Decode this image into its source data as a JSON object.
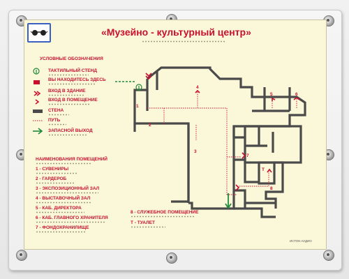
{
  "title": "«Музейно - культурный центр»",
  "legend": {
    "heading": "УСЛОВНЫЕ ОБОЗНАЧЕНИЯ",
    "items": [
      {
        "label": "ТАКТИЛЬНЫЙ СТЕНД",
        "icon": "info-circle-icon"
      },
      {
        "label": "ВЫ НАХОДИТЕСЬ ЗДЕСЬ",
        "icon": "you-are-here-icon"
      },
      {
        "label": "ВХОД В ЗДАНИЕ",
        "icon": "double-arrow-icon"
      },
      {
        "label": "ВХОД В ПОМЕЩЕНИЕ",
        "icon": "single-arrow-icon"
      },
      {
        "label": "СТЕНА",
        "icon": "wall-icon"
      },
      {
        "label": "ПУТЬ",
        "icon": "path-icon"
      },
      {
        "label": "ЗАПАСНОЙ ВЫХОД",
        "icon": "emergency-exit-arrow-icon"
      }
    ]
  },
  "rooms_list": {
    "heading": "НАИМЕНОВАНИЯ ПОМЕЩЕНИЙ",
    "items": [
      "1 - СУВЕНИРЫ",
      "2 - ГАРДЕРОБ",
      "3 - ЭКСПОЗИЦИОННЫЙ ЗАЛ",
      "4 - ВЫСТАВОЧНЫЙ ЗАЛ",
      "5 - КАБ. ДИРЕКТОРА",
      "6 - КАБ. ГЛАВНОГО ХРАНИТЕЛЯ",
      "7 - ФОНДОХРАНИЛИЩЕ"
    ],
    "items_right": [
      "8 - СЛУЖЕБНОЕ ПОМЕЩЕНИЕ",
      "Т - ТУАЛЕТ"
    ]
  },
  "plan_labels": [
    "1",
    "2",
    "3",
    "4",
    "5",
    "6",
    "7",
    "8",
    "Т"
  ],
  "maker": "ИСТОК-АУДИО",
  "colors": {
    "accent_red": "#c8102e",
    "panel_bg": "#fbf7d9",
    "wall": "#4a4a4a",
    "exit_green": "#1f8a3a"
  }
}
